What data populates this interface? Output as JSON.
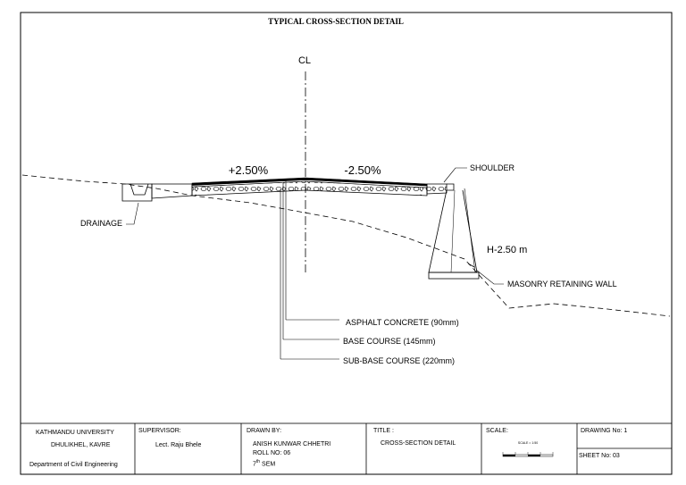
{
  "title": "TYPICAL CROSS-SECTION DETAIL",
  "centerline": "CL",
  "slopes": {
    "left": "+2.50%",
    "right": "-2.50%"
  },
  "callouts": {
    "shoulder": "SHOULDER",
    "drainage": "DRAINAGE",
    "height": "H-2.50 m",
    "retaining_wall": "MASONRY RETAINING WALL"
  },
  "layers": [
    {
      "label": "ASPHALT CONCRETE (90mm)"
    },
    {
      "label": "BASE COURSE (145mm)"
    },
    {
      "label": "SUB-BASE COURSE (220mm)"
    }
  ],
  "title_block": {
    "institution": {
      "line1": "KATHMANDU UNIVERSITY",
      "line2": "DHULIKHEL, KAVRE",
      "line3": "Department of Civil Engineering"
    },
    "supervisor": {
      "label": "SUPERVISOR:",
      "name": "Lect. Raju Bhele"
    },
    "drawn_by": {
      "label": "DRAWN BY:",
      "name": "ANISH KUNWAR CHHETRI",
      "roll": "ROLL NO: 06",
      "sem_num": "7",
      "sem_sup": "th",
      "sem_text": " SEM"
    },
    "title": {
      "label": "TITLE :",
      "value": "CROSS-SECTION DETAIL"
    },
    "scale": {
      "label": "SCALE:",
      "bar_text": "SCALE = 1:50"
    },
    "drawing_no": "DRAWING No: 1",
    "sheet_no": "SHEET No: 03"
  }
}
